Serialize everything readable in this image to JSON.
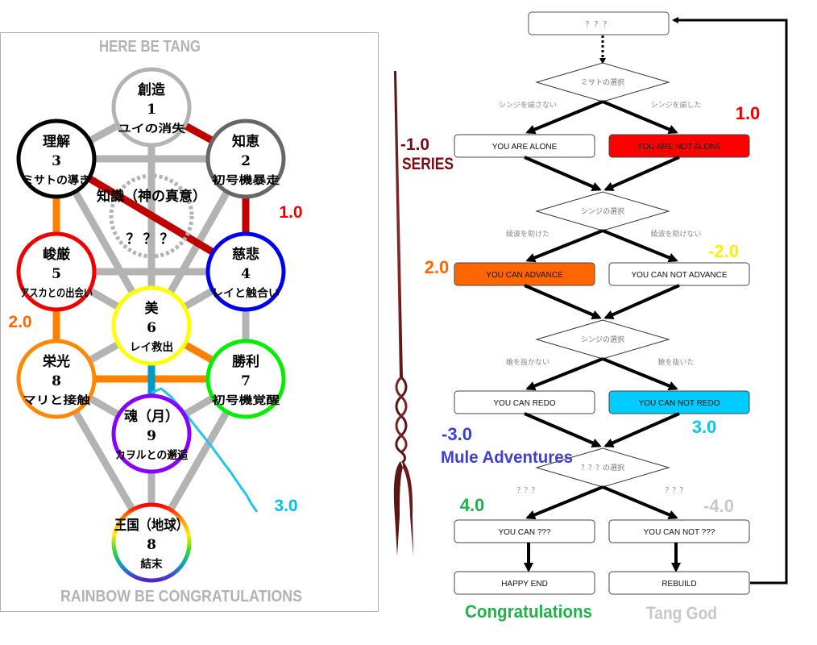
{
  "tree": {
    "title_top": "HERE BE TANG",
    "title_bottom": "RAINBOW BE CONGRATULATIONS",
    "hidden_node": {
      "title": "知識（神の真意）",
      "sub": "？？？"
    },
    "nodes": [
      {
        "id": "n1",
        "title": "創造",
        "num": "1",
        "sub": "ユイの消失",
        "color": "#b3b3b3"
      },
      {
        "id": "n2",
        "title": "知恵",
        "num": "2",
        "sub": "初号機暴走",
        "color": "#666666"
      },
      {
        "id": "n3",
        "title": "理解",
        "num": "3",
        "sub": "ミサトの導き",
        "color": "#000000"
      },
      {
        "id": "n4",
        "title": "慈悲",
        "num": "4",
        "sub": "レイと触合い",
        "color": "#0000ee"
      },
      {
        "id": "n5",
        "title": "峻厳",
        "num": "5",
        "sub": "アスカとの出会い",
        "color": "#ee0000"
      },
      {
        "id": "n6",
        "title": "美",
        "num": "6",
        "sub": "レイ救出",
        "color": "#ffff00"
      },
      {
        "id": "n7",
        "title": "勝利",
        "num": "7",
        "sub": "初号機覚醒",
        "color": "#00ee00"
      },
      {
        "id": "n8",
        "title": "栄光",
        "num": "8",
        "sub": "マリと接触",
        "color": "#ff8800"
      },
      {
        "id": "n9",
        "title": "魂（月）",
        "num": "9",
        "sub": "カヲルとの邂逅",
        "color": "#8800ff"
      },
      {
        "id": "n10",
        "title": "王国（地球）",
        "num": "8",
        "sub": "結末",
        "color": "rainbow"
      }
    ],
    "labels": [
      {
        "text": "1.0",
        "color": "#ee0000"
      },
      {
        "text": "2.0",
        "color": "#ff6600"
      },
      {
        "text": "3.0",
        "color": "#00c0f0"
      }
    ],
    "path_colors": {
      "gray": "#b3b3b3",
      "red": "#c00000",
      "orange": "#ff8000",
      "teal": "#0099cc",
      "cyan": "#22c4f0"
    }
  },
  "flow": {
    "start": "？？？",
    "decisions": [
      {
        "text": "ミサトの選択",
        "left": "シンジを諭さない",
        "right": "シンジを諭した"
      },
      {
        "text": "シンジの選択",
        "left": "綾波を助けた",
        "right": "綾波を助けない"
      },
      {
        "text": "シンジの選択",
        "left": "槍を抜かない",
        "right": "槍を抜いた"
      },
      {
        "text": "？？？の選択",
        "left": "？？？",
        "right": "？？？"
      }
    ],
    "rows": [
      {
        "left": {
          "text": "YOU ARE ALONE",
          "fill": "#ffffff"
        },
        "right": {
          "text": "YOU ARE NOT ALONE",
          "fill": "#ff0000"
        }
      },
      {
        "left": {
          "text": "YOU CAN ADVANCE",
          "fill": "#ff6600"
        },
        "right": {
          "text": "YOU CAN NOT ADVANCE",
          "fill": "#ffffff"
        }
      },
      {
        "left": {
          "text": "YOU CAN REDO",
          "fill": "#ffffff"
        },
        "right": {
          "text": "YOU CAN NOT REDO",
          "fill": "#00ccff"
        }
      },
      {
        "left": {
          "text": "YOU CAN ???",
          "fill": "#ffffff"
        },
        "right": {
          "text": "YOU CAN NOT ???",
          "fill": "#ffffff"
        }
      }
    ],
    "ends": {
      "left": "HAPPY END",
      "right": "REBUILD"
    },
    "labels": {
      "v1": {
        "text": "1.0",
        "color": "#ee0000"
      },
      "vm1": {
        "text": "-1.0",
        "color": "#7a0a14"
      },
      "series": {
        "text": "SERIES",
        "color": "#7a0a14"
      },
      "v2": {
        "text": "2.0",
        "color": "#ff6600"
      },
      "vm2": {
        "text": "-2.0",
        "color": "#ffee00"
      },
      "v3": {
        "text": "3.0",
        "color": "#00c8f0"
      },
      "vm3": {
        "text": "-3.0",
        "color": "#3f3fcf"
      },
      "mule": {
        "text": "Mule Adventures",
        "color": "#3f3fcf"
      },
      "v4": {
        "text": "4.0",
        "color": "#22b04a"
      },
      "vm4": {
        "text": "-4.0",
        "color": "#c8c8c8"
      },
      "congrats": {
        "text": "Congratulations",
        "color": "#22b04a"
      },
      "tang": {
        "text": "Tang God",
        "color": "#c8c8c8"
      }
    }
  }
}
